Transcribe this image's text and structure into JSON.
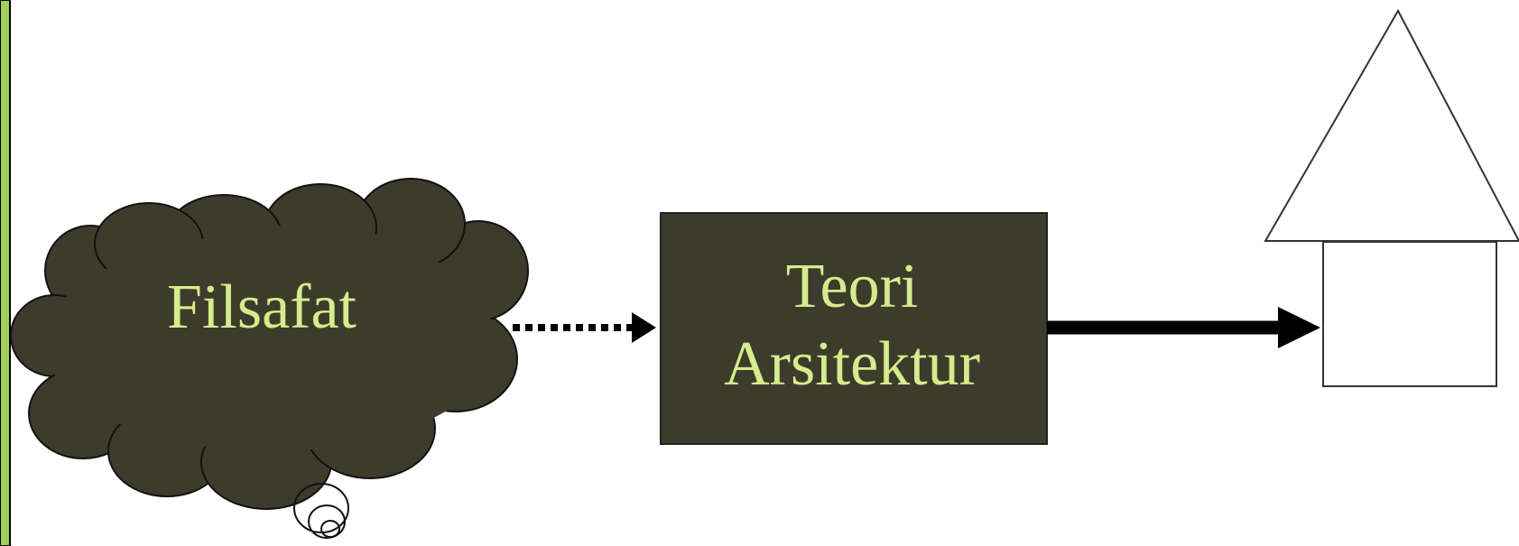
{
  "diagram": {
    "cloud_text": "Filsafat",
    "box_line1": "Teori",
    "box_line2": "Arsitektur"
  },
  "colors": {
    "side_bar": "#a3cf5c",
    "dark_fill": "#3d3c2c",
    "text": "#d4ec8c",
    "arrow": "#000000",
    "house_stroke": "#333333"
  },
  "icons": {
    "cloud": "thought-cloud-icon",
    "house": "house-icon"
  }
}
